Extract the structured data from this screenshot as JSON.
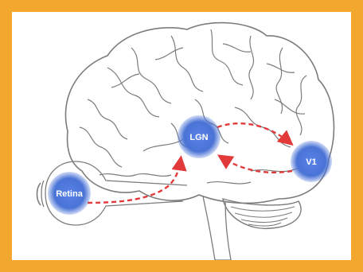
{
  "diagram": {
    "nodes": [
      {
        "id": "retina",
        "label": "Retina"
      },
      {
        "id": "lgn",
        "label": "LGN"
      },
      {
        "id": "v1",
        "label": "V1"
      }
    ],
    "edges": [
      {
        "from": "retina",
        "to": "lgn",
        "style": "dashed-arrow"
      },
      {
        "from": "lgn",
        "to": "v1",
        "style": "dashed-arrow"
      },
      {
        "from": "v1",
        "to": "lgn",
        "style": "dashed-arrow"
      }
    ],
    "colors": {
      "background": "#f4a72e",
      "panel": "#ffffff",
      "node": "#4a73d6",
      "arrow": "#e23a3a",
      "outline": "#8a8a8a"
    }
  }
}
